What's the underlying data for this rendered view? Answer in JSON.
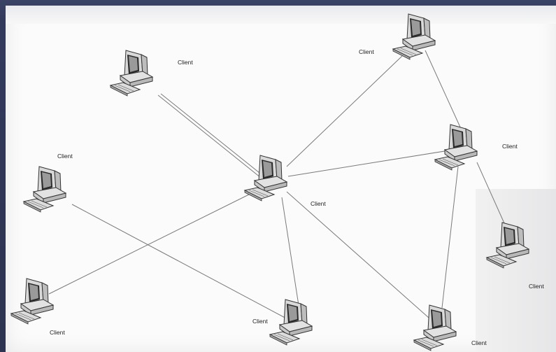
{
  "diagram": {
    "label_text": "Client",
    "nodes": [
      {
        "id": "top-left",
        "label": "Client"
      },
      {
        "id": "top-right",
        "label": "Client"
      },
      {
        "id": "right-upper",
        "label": "Client"
      },
      {
        "id": "left",
        "label": "Client"
      },
      {
        "id": "center",
        "label": "Client"
      },
      {
        "id": "right-lower",
        "label": "Client"
      },
      {
        "id": "bottom-left",
        "label": "Client"
      },
      {
        "id": "bottom-center",
        "label": "Client"
      },
      {
        "id": "bottom-right",
        "label": "Client"
      }
    ],
    "links": [
      [
        "top-left",
        "center"
      ],
      [
        "top-right",
        "center"
      ],
      [
        "top-right",
        "right-upper"
      ],
      [
        "right-upper",
        "center"
      ],
      [
        "right-upper",
        "right-lower"
      ],
      [
        "right-upper",
        "bottom-right"
      ],
      [
        "left",
        "bottom-center"
      ],
      [
        "bottom-left",
        "center"
      ],
      [
        "center",
        "bottom-center"
      ],
      [
        "center",
        "bottom-right"
      ]
    ]
  }
}
